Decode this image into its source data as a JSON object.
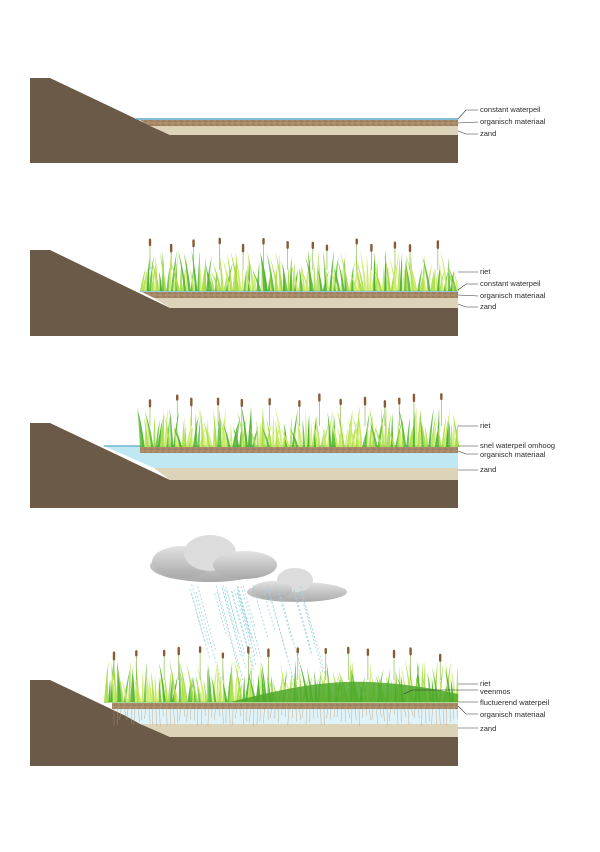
{
  "colors": {
    "soil": "#6b5a47",
    "sand": "#ddd3b8",
    "organic": "#a88a68",
    "water": "#bfe8f2",
    "water_line": "#5aa9c9",
    "reed_light": "#a8dc42",
    "reed_dark": "#4fb52c",
    "cattail": "#8a5a35",
    "moss": "#4ea82a",
    "cloud": "#c9c9c9",
    "rain": "#9fd3e0"
  },
  "icons": [
    "reed-icon",
    "cattail-icon",
    "cloud-icon",
    "rain-icon"
  ],
  "panels": [
    {
      "id": "panel-1",
      "labels": [
        {
          "key": "water",
          "text": "constant waterpeil"
        },
        {
          "key": "organic",
          "text": "organisch materiaal"
        },
        {
          "key": "sand",
          "text": "zand"
        }
      ]
    },
    {
      "id": "panel-2",
      "labels": [
        {
          "key": "reed",
          "text": "riet"
        },
        {
          "key": "water",
          "text": "constant waterpeil"
        },
        {
          "key": "organic",
          "text": "organisch materiaal"
        },
        {
          "key": "sand",
          "text": "zand"
        }
      ]
    },
    {
      "id": "panel-3",
      "labels": [
        {
          "key": "reed",
          "text": "riet"
        },
        {
          "key": "water",
          "text": "snel waterpeil omhoog"
        },
        {
          "key": "organic",
          "text": "organisch materiaal"
        },
        {
          "key": "sand",
          "text": "zand"
        }
      ]
    },
    {
      "id": "panel-4",
      "labels": [
        {
          "key": "reed",
          "text": "riet"
        },
        {
          "key": "moss",
          "text": "veenmos"
        },
        {
          "key": "water",
          "text": "fluctuerend waterpeil"
        },
        {
          "key": "organic",
          "text": "organisch materiaal"
        },
        {
          "key": "sand",
          "text": "zand"
        }
      ]
    }
  ]
}
